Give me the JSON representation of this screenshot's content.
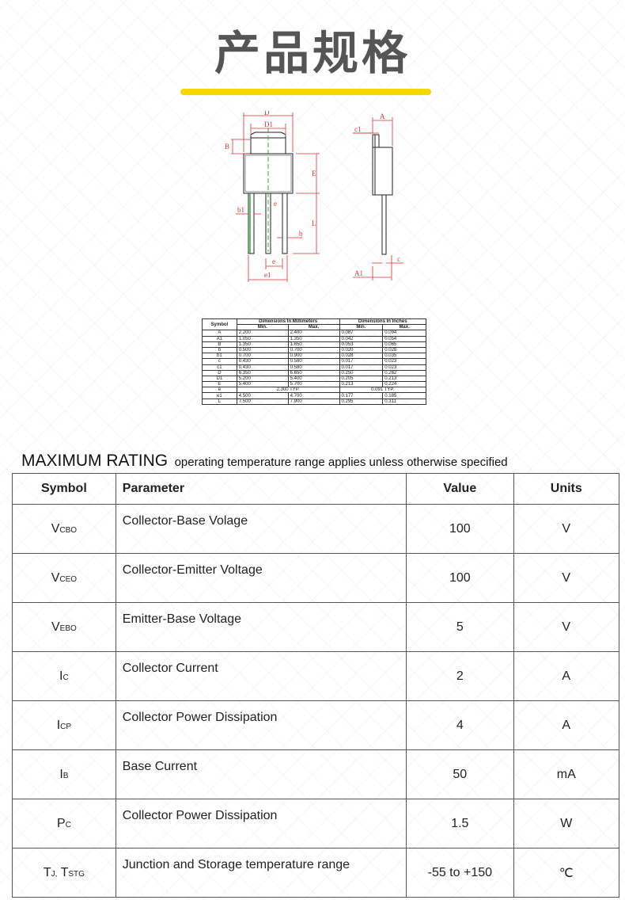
{
  "page_title": "产品规格",
  "drawing_labels": {
    "D": "D",
    "D1": "D1",
    "B": "B",
    "E": "E",
    "e": "e",
    "b1": "b1",
    "b": "b",
    "L": "L",
    "e1": "e1",
    "A": "A",
    "c1": "c1",
    "c": "c",
    "A1": "A1"
  },
  "dim_table": {
    "head_symbol": "Symbol",
    "head_mm": "Dimensions In Millimeters",
    "head_in": "Dimensions In Inches",
    "min": "Min.",
    "max": "Max.",
    "rows": [
      {
        "sym": "A",
        "mm_min": "2.200",
        "mm_max": "2.400",
        "in_min": "0.087",
        "in_max": "0.094"
      },
      {
        "sym": "A1",
        "mm_min": "1.050",
        "mm_max": "1.350",
        "in_min": "0.042",
        "in_max": "0.054"
      },
      {
        "sym": "B",
        "mm_min": "1.350",
        "mm_max": "1.650",
        "in_min": "0.053",
        "in_max": "0.065"
      },
      {
        "sym": "b",
        "mm_min": "0.500",
        "mm_max": "0.700",
        "in_min": "0.020",
        "in_max": "0.028"
      },
      {
        "sym": "b1",
        "mm_min": "0.700",
        "mm_max": "0.900",
        "in_min": "0.028",
        "in_max": "0.035"
      },
      {
        "sym": "c",
        "mm_min": "0.430",
        "mm_max": "0.580",
        "in_min": "0.017",
        "in_max": "0.023"
      },
      {
        "sym": "c1",
        "mm_min": "0.430",
        "mm_max": "0.580",
        "in_min": "0.017",
        "in_max": "0.023"
      },
      {
        "sym": "D",
        "mm_min": "6.350",
        "mm_max": "6.650",
        "in_min": "0.250",
        "in_max": "0.262"
      },
      {
        "sym": "D1",
        "mm_min": "5.200",
        "mm_max": "5.400",
        "in_min": "0.205",
        "in_max": "0.213"
      },
      {
        "sym": "E",
        "mm_min": "5.400",
        "mm_max": "5.700",
        "in_min": "0.213",
        "in_max": "0.224"
      }
    ],
    "e_row": {
      "sym": "e",
      "mm_typ": "2.300 TYP.",
      "in_typ": "0.091 TYP."
    },
    "tail_rows": [
      {
        "sym": "e1",
        "mm_min": "4.500",
        "mm_max": "4.700",
        "in_min": "0.177",
        "in_max": "0.185"
      },
      {
        "sym": "L",
        "mm_min": "7.500",
        "mm_max": "7.900",
        "in_min": "0.295",
        "in_max": "0.311"
      }
    ]
  },
  "rating": {
    "title_big": "MAXIMUM RATING",
    "title_small": "operating temperature range applies unless otherwise specified",
    "headers": {
      "symbol": "Symbol",
      "parameter": "Parameter",
      "value": "Value",
      "units": "Units"
    },
    "rows": [
      {
        "sym": "V",
        "sub": "CBO",
        "param": "Collector-Base Volage",
        "value": "100",
        "unit": "V"
      },
      {
        "sym": "V",
        "sub": "CEO",
        "param": "Collector-Emitter Voltage",
        "value": "100",
        "unit": "V"
      },
      {
        "sym": "V",
        "sub": "EBO",
        "param": "Emitter-Base Voltage",
        "value": "5",
        "unit": "V"
      },
      {
        "sym": "I",
        "sub": "C",
        "param": "Collector Current",
        "value": "2",
        "unit": "A"
      },
      {
        "sym": "I",
        "sub": "CP",
        "param": "Collector Power Dissipation",
        "value": "4",
        "unit": "A"
      },
      {
        "sym": "I",
        "sub": "B",
        "param": "Base Current",
        "value": "50",
        "unit": "mA"
      },
      {
        "sym": "P",
        "sub": "C",
        "param": "Collector Power Dissipation",
        "value": "1.5",
        "unit": "W"
      }
    ],
    "last_row": {
      "sym1": "T",
      "sub1": "J,",
      "sym2": " T",
      "sub2": "STG",
      "param": "Junction and Storage temperature range",
      "value": "-55 to +150",
      "unit": "℃"
    }
  }
}
